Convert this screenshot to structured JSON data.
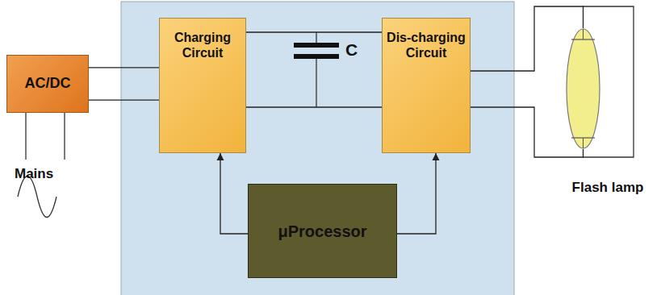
{
  "diagram": {
    "nodes": [
      {
        "text": [
          "AC/DC"
        ]
      },
      {
        "text": [
          "Charging Circuit"
        ]
      },
      {
        "text": [
          "Dis-charging Circuit"
        ]
      },
      {
        "text": [
          "μProcessor"
        ]
      },
      {
        "text": [
          "Flash lamp"
        ]
      }
    ],
    "edges": [
      {
        "from": 0,
        "to": 1,
        "arrow": "none"
      },
      {
        "from": 1,
        "to": 2,
        "arrow": "none"
      },
      {
        "from": 3,
        "to": 1,
        "arrow": "to"
      },
      {
        "from": 3,
        "to": 2,
        "arrow": "to"
      },
      {
        "from": 2,
        "to": 4,
        "arrow": "none"
      }
    ],
    "labels": [
      "C",
      "Mains"
    ]
  }
}
